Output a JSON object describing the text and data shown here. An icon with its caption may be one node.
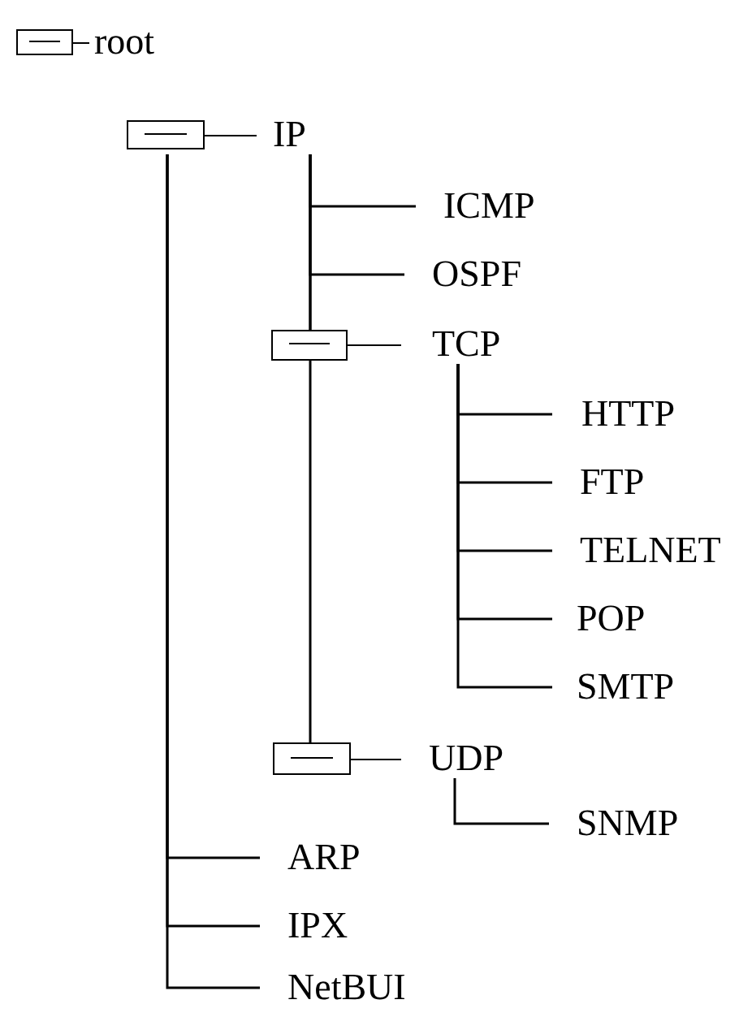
{
  "diagram": {
    "nodes": [
      {
        "text": [
          "root"
        ]
      },
      {
        "text": [
          "IP"
        ]
      },
      {
        "text": [
          "ICMP"
        ]
      },
      {
        "text": [
          "OSPF"
        ]
      },
      {
        "text": [
          "TCP"
        ]
      },
      {
        "text": [
          "HTTP"
        ]
      },
      {
        "text": [
          "FTP"
        ]
      },
      {
        "text": [
          "TELNET"
        ]
      },
      {
        "text": [
          "POP"
        ]
      },
      {
        "text": [
          "SMTP"
        ]
      },
      {
        "text": [
          "UDP"
        ]
      },
      {
        "text": [
          "SNMP"
        ]
      },
      {
        "text": [
          "ARP"
        ]
      },
      {
        "text": [
          "IPX"
        ]
      },
      {
        "text": [
          "NetBUI"
        ]
      }
    ],
    "edges": [
      {
        "from": 1,
        "to": 2,
        "arrow": "none"
      },
      {
        "from": 1,
        "to": 3,
        "arrow": "none"
      },
      {
        "from": 1,
        "to": 4,
        "arrow": "none"
      },
      {
        "from": 4,
        "to": 5,
        "arrow": "none"
      },
      {
        "from": 4,
        "to": 6,
        "arrow": "none"
      },
      {
        "from": 4,
        "to": 7,
        "arrow": "none"
      },
      {
        "from": 4,
        "to": 8,
        "arrow": "none"
      },
      {
        "from": 4,
        "to": 9,
        "arrow": "none"
      },
      {
        "from": 1,
        "to": 10,
        "arrow": "none"
      },
      {
        "from": 10,
        "to": 11,
        "arrow": "none"
      },
      {
        "from": 1,
        "to": 12,
        "arrow": "none"
      },
      {
        "from": 1,
        "to": 13,
        "arrow": "none"
      },
      {
        "from": 1,
        "to": 14,
        "arrow": "none"
      }
    ]
  }
}
